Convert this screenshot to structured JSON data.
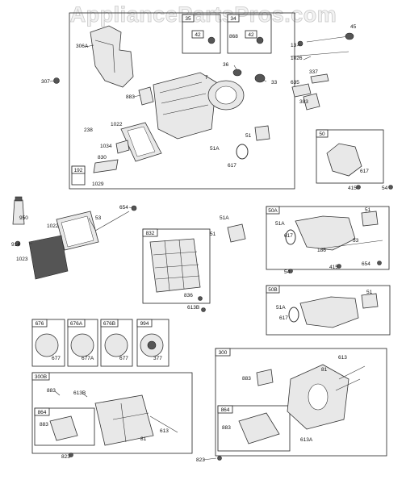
{
  "watermark": "AppliancePartsPros.com",
  "labels": {
    "p306a": "306A",
    "p307": "307",
    "p883a": "883",
    "p238": "238",
    "p1022a": "1022",
    "p1034": "1034",
    "p830": "830",
    "p1029": "1029",
    "p192": "192",
    "p35": "35",
    "p42a": "42",
    "p34": "34",
    "p868": "868",
    "p42b": "42",
    "p7": "7",
    "p36": "36",
    "p33": "33",
    "p51a": "51",
    "p51Aa": "51A",
    "p617a": "617",
    "p13": "13",
    "p45": "45",
    "p1026": "1026",
    "p337": "337",
    "p635": "635",
    "p383": "383",
    "p50": "50",
    "p617b": "617",
    "p415a": "415",
    "p54a": "54",
    "p950": "950",
    "p1022b": "1022",
    "p914": "914",
    "p1023": "1023",
    "p53a": "53",
    "p654a": "654",
    "p832": "832",
    "p836": "836",
    "p613B": "613B",
    "p51Ab": "51A",
    "p51b": "51",
    "p50A": "50A",
    "p51Ac": "51A",
    "p617c": "617",
    "p186": "186",
    "p51c": "51",
    "p53b": "53",
    "p54b": "54",
    "p415b": "415",
    "p654b": "654",
    "p50B": "50B",
    "p51Ad": "51A",
    "p617d": "617",
    "p51d": "51",
    "p676": "676",
    "p677a": "677",
    "p676A": "676A",
    "p677A": "677A",
    "p676B": "676B",
    "p677b": "677",
    "p994": "994",
    "p377": "377",
    "p300B": "300B",
    "p883b": "883",
    "p613Ba": "613B",
    "p864a": "864",
    "p883c": "883",
    "p81a": "81",
    "p613a": "613",
    "p823a": "823",
    "p300": "300",
    "p883d": "883",
    "p81b": "81",
    "p613b": "613",
    "p864b": "864",
    "p883e": "883",
    "p613A": "613A",
    "p823b": "823"
  }
}
